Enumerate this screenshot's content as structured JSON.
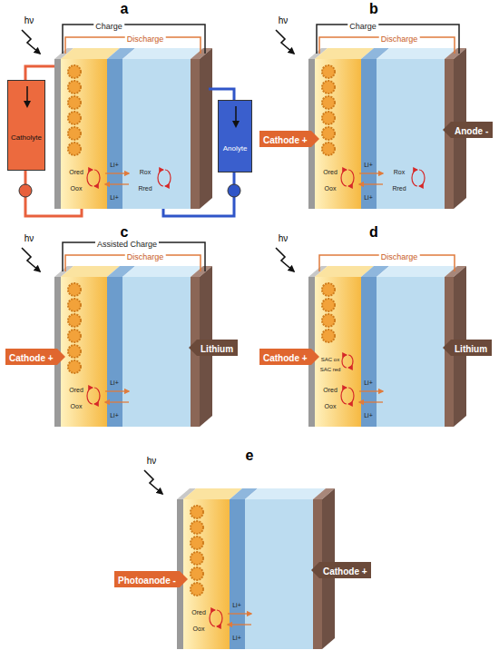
{
  "diagram": {
    "nodes": [
      {
        "text": [
          "Catholyte"
        ]
      },
      {
        "text": [
          "Anolyte"
        ]
      },
      {
        "text": [
          "Cathode +"
        ]
      },
      {
        "text": [
          "Anode -"
        ]
      },
      {
        "text": [
          "Cathode +"
        ]
      },
      {
        "text": [
          "Lithium"
        ]
      },
      {
        "text": [
          "Cathode +"
        ]
      },
      {
        "text": [
          "Lithium"
        ]
      },
      {
        "text": [
          "Photoanode -"
        ]
      },
      {
        "text": [
          "Cathode +"
        ]
      }
    ],
    "labels": [
      "a",
      "Charge",
      "Discharge",
      "hν",
      "Ored",
      "Oox",
      "Li+",
      "Li+",
      "Rox",
      "Rred",
      "b",
      "Charge",
      "Discharge",
      "hν",
      "Ored",
      "Oox",
      "Li+",
      "Li+",
      "Rox",
      "Rred",
      "c",
      "Assisted Charge",
      "Discharge",
      "hν",
      "Ored",
      "Oox",
      "Li+",
      "Li+",
      "d",
      "Discharge",
      "hν",
      "SAC ox",
      "SAC red",
      "Ored",
      "Oox",
      "Li+",
      "Li+",
      "e",
      "hν",
      "Ored",
      "Oox",
      "Li+",
      "Li+"
    ]
  }
}
